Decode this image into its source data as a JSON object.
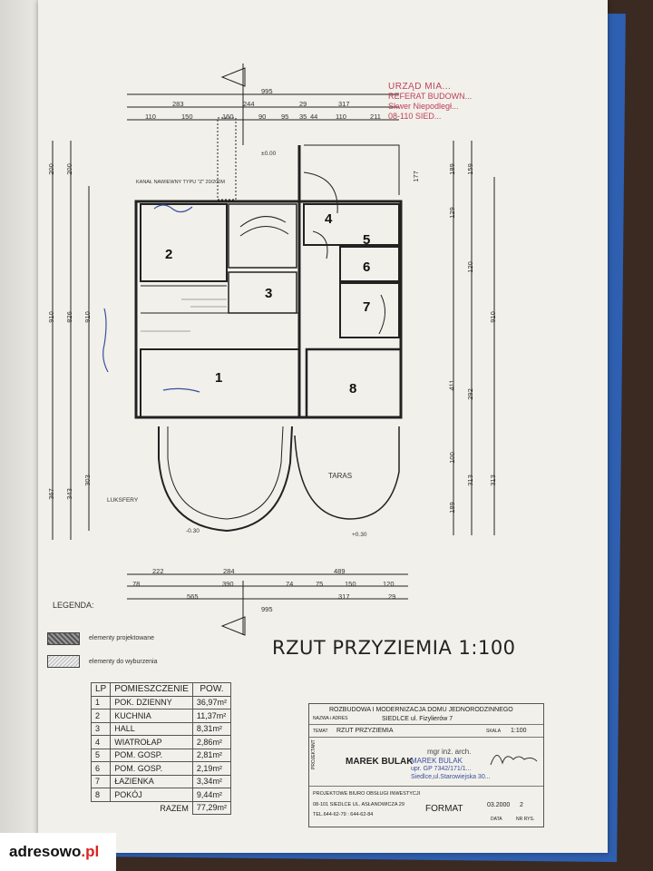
{
  "stamp": {
    "line1": "URZĄD MIA...",
    "line2": "REFERAT BUDOWN...",
    "line3": "Skwer Niepodległ...",
    "line4": "08-110 SIED..."
  },
  "plan": {
    "title": "RZUT PRZYZIEMIA 1:100",
    "rooms": [
      "1",
      "2",
      "3",
      "4",
      "5",
      "6",
      "7",
      "8"
    ],
    "terrace_label": "TARAS",
    "luksfery_label": "LUKSFERY",
    "kanal_label": "KANAŁ NAWIEWNY TYPU \"Z\" 20/200M",
    "top_dims": [
      "995",
      "283",
      "244",
      "29",
      "317",
      "110",
      "150",
      "160",
      "90",
      "95",
      "35",
      "44",
      "110",
      "211"
    ],
    "bottom_dims": [
      "222",
      "284",
      "489",
      "78",
      "390",
      "74",
      "75",
      "150",
      "120",
      "565",
      "317",
      "29",
      "995"
    ],
    "left_dims": [
      "200",
      "200",
      "910",
      "826",
      "910",
      "303",
      "343",
      "367"
    ],
    "right_dims": [
      "189",
      "159",
      "129",
      "177",
      "120",
      "910",
      "411",
      "292",
      "189",
      "100",
      "313",
      "313"
    ],
    "level_labels": [
      "±0.00",
      "-0.30",
      "+0.30"
    ]
  },
  "legend": {
    "label": "LEGENDA:",
    "items": [
      "elementy projektowane",
      "elementy do wyburzenia"
    ]
  },
  "room_table": {
    "headers": [
      "LP",
      "POMIESZCZENIE",
      "POW."
    ],
    "rows": [
      [
        "1",
        "POK. DZIENNY",
        "36,97m²"
      ],
      [
        "2",
        "KUCHNIA",
        "11,37m²"
      ],
      [
        "3",
        "HALL",
        "8,31m²"
      ],
      [
        "4",
        "WIATROŁAP",
        "2,86m²"
      ],
      [
        "5",
        "POM. GOSP.",
        "2,81m²"
      ],
      [
        "6",
        "POM. GOSP.",
        "2,19m²"
      ],
      [
        "7",
        "ŁAZIENKA",
        "3,34m²"
      ],
      [
        "8",
        "POKÓJ",
        "9,44m²"
      ]
    ],
    "total_label": "RAZEM",
    "total_value": "77,29m²"
  },
  "title_block": {
    "project_line1": "ROZBUDOWA I MODERNIZACJA DOMU JEDNORODZINNEGO",
    "name_label": "NAZWA i ADRES",
    "address": "SIEDLCE ul. Fizylierów 7",
    "subject_label": "TEMAT",
    "subject": "RZUT PRZYZIEMIA",
    "scale_label": "SKALA",
    "scale": "1:100",
    "designer_label": "PROJEKTANT",
    "designer": "MAREK BULAK",
    "designer_title": "mgr inż. arch.",
    "stamp_name": "MAREK BULAK",
    "stamp_perm": "upr. GP 7342/171/1...",
    "stamp_addr": "Siedlce,ul.Starowiejska 30...",
    "office": "PROJEKTOWE BIURO OBSŁUGI INWESTYCJI",
    "office_addr": "08-101 SIEDLCE UL. ASŁANOWICZA 29",
    "office_tel": "TEL.644-62-79 : 644-62-84",
    "format_label": "FORMAT",
    "date": "03.2000",
    "drawing_no": "2",
    "date_label": "DATA",
    "no_label": "NR RYS."
  },
  "watermark": {
    "text": "adresowo",
    "suffix": ".pl"
  }
}
